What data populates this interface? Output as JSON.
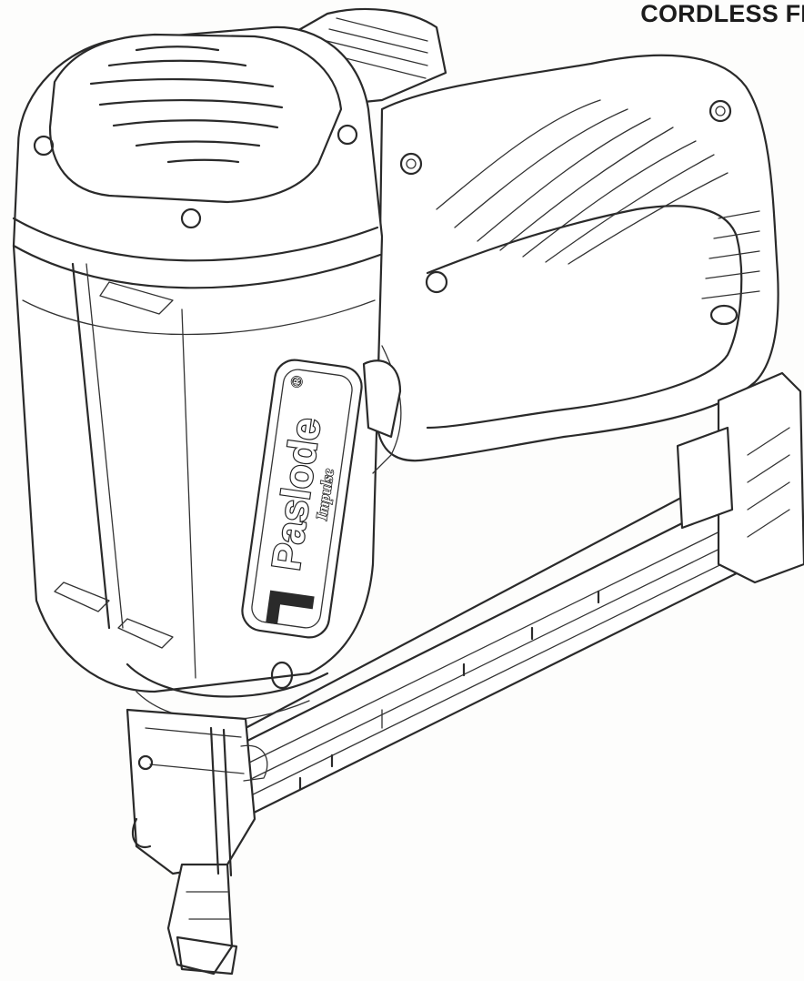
{
  "header": {
    "title": "CORDLESS FI"
  },
  "illustration": {
    "subject": "cordless finish nailer line drawing",
    "brand_logo": {
      "name": "Paslode",
      "registered_mark": "®",
      "sub_brand": "Impulse"
    }
  },
  "colors": {
    "line": "#2a2a2a",
    "paper": "#fdfdfc"
  }
}
